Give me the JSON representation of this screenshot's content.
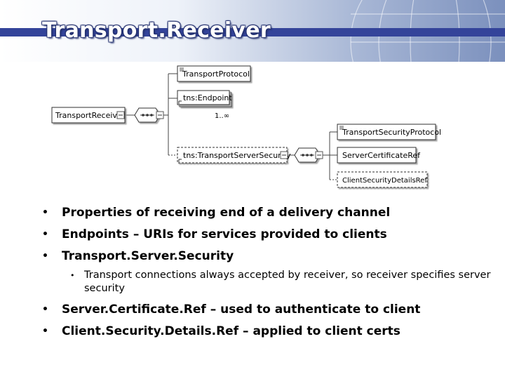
{
  "slide": {
    "title": "Transport.Receiver"
  },
  "diagram": {
    "root": "TransportReceiver",
    "protocol": "TransportProtocol",
    "endpoint": "tns:Endpoint",
    "endpoint_cardinality": "1..∞",
    "server_security": "tns:TransportServerSecurity",
    "security_protocol": "TransportSecurityProtocol",
    "server_cert": "ServerCertificateRef",
    "client_details": "ClientSecurityDetailsRef"
  },
  "bullets": [
    "Properties of receiving end of a delivery channel",
    "Endpoints – URIs for services provided to clients",
    "Transport.Server.Security",
    "Transport connections always accepted by receiver, so receiver specifies server security",
    "Server.Certificate.Ref – used to authenticate to client",
    "Client.Security.Details.Ref – applied to client certs"
  ],
  "bullet_glyph": "•"
}
